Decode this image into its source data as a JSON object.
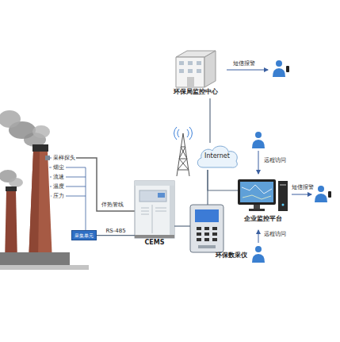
{
  "diagram": {
    "nodes": [
      {
        "text": [
          "环保局监控中心"
        ]
      },
      {
        "text": [
          "Internet"
        ]
      },
      {
        "text": [
          "采集单元"
        ]
      },
      {
        "text": [
          "CEMS"
        ]
      },
      {
        "text": [
          "环保数采仪"
        ]
      },
      {
        "text": [
          "企业监控平台"
        ]
      }
    ],
    "edges": [
      {
        "from": 1,
        "to": 0,
        "arrow": "none"
      },
      {
        "from": 1,
        "to": 5,
        "arrow": "none"
      },
      {
        "from": 2,
        "to": 3,
        "label": "RS-485",
        "arrow": "none"
      },
      {
        "from": 3,
        "to": 4,
        "arrow": "none"
      },
      {
        "from": 4,
        "to": 1,
        "arrow": "none"
      }
    ],
    "labels": [
      "采样探头",
      "烟尘",
      "流速",
      "温度",
      "压力",
      "伴热管线",
      "短信报警",
      "远程访问",
      "远程访问",
      "短信报警"
    ]
  }
}
